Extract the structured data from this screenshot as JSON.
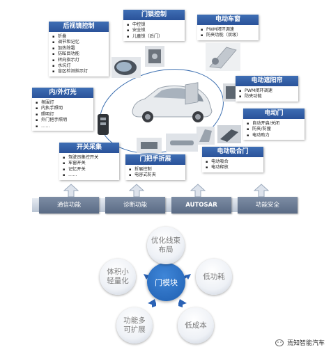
{
  "cards": {
    "mirror": {
      "title": "后视镜控制",
      "items": [
        "折叠",
        "调节和记忆",
        "加热除霜",
        "防眩目功能",
        "转向指示灯",
        "水坑灯",
        "盲区检测指示灯"
      ]
    },
    "lock": {
      "title": "门锁控制",
      "items": [
        "中控锁",
        "安全锁",
        "儿童锁（后门）"
      ]
    },
    "window": {
      "title": "电动车窗",
      "items": [
        "PWM闭环调速",
        "防夹功能（双级）"
      ]
    },
    "sunshade": {
      "title": "电动遮阳帘",
      "items": [
        "PWM闭环调速",
        "防夹功能"
      ]
    },
    "light": {
      "title": "内/外灯光",
      "items": [
        "氛围灯",
        "内执手照明",
        "照明灯",
        "外门把手照明",
        "……"
      ]
    },
    "door": {
      "title": "电动门",
      "items": [
        "自动开启/关闭",
        "防夹/防撞",
        "电动助力"
      ]
    },
    "switch": {
      "title": "开关采集",
      "items": [
        "驾驶员集控开关",
        "车窗开关",
        "记忆开关",
        "……"
      ]
    },
    "handle": {
      "title": "门把手折展",
      "items": [
        "折展控制",
        "电容式防夹"
      ]
    },
    "suction": {
      "title": "电动吸合门",
      "items": [
        "电动吸合",
        "电动释放"
      ]
    }
  },
  "functions": [
    "通信功能",
    "诊断功能",
    "AUTOSAR",
    "功能安全"
  ],
  "cycle": {
    "center": "门模块",
    "nodes": [
      "优化线束布局",
      "低功耗",
      "低成本",
      "功能多可扩展",
      "体积小轻量化"
    ]
  },
  "watermark": "焉知智能汽车"
}
